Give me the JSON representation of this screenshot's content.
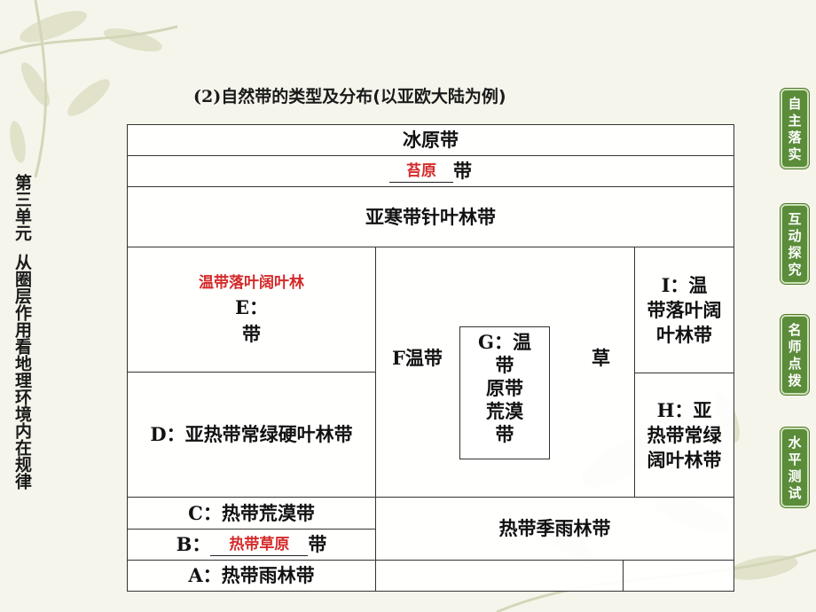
{
  "sidebar": {
    "title_part1": "第三单元",
    "title_part2": "从圈层作用看地理环境内在规律"
  },
  "heading": {
    "prefix": "(2)",
    "text": "自然带的类型及分布(以亚欧大陆为例)"
  },
  "table": {
    "ice": "冰原带",
    "tundra_answer": "苔原",
    "tundra_suffix": "带",
    "taiga": "亚寒带针叶林带",
    "e_answer": "温带落叶阔叶林",
    "e_label": "E：",
    "e_suffix": "带",
    "f_label": "F温带",
    "f_right": "草",
    "g_label": "G：温",
    "g_text": "带",
    "g_text2": "原带",
    "g_text3": "荒漠",
    "g_text4": "带",
    "i_label": "I：温",
    "i_text": "带落叶阔叶林带",
    "h_label": "H：亚",
    "h_text": "热带常绿阔叶林带",
    "d_label": "D：",
    "d_text": "亚热带常绿硬叶林带",
    "c_label": "C：",
    "c_text": "热带荒漠带",
    "b_label": "B：",
    "b_answer": "热带草原",
    "b_suffix": "带",
    "a_label": "A：",
    "a_text": "热带雨林带",
    "monsoon": "热带季雨林带"
  },
  "nav": [
    {
      "label": "自主落实"
    },
    {
      "label": "互动探究"
    },
    {
      "label": "名师点拨"
    },
    {
      "label": "水平测试"
    }
  ],
  "colors": {
    "answer_red": "#d42a2a",
    "nav_green": "#5a8c3a"
  }
}
